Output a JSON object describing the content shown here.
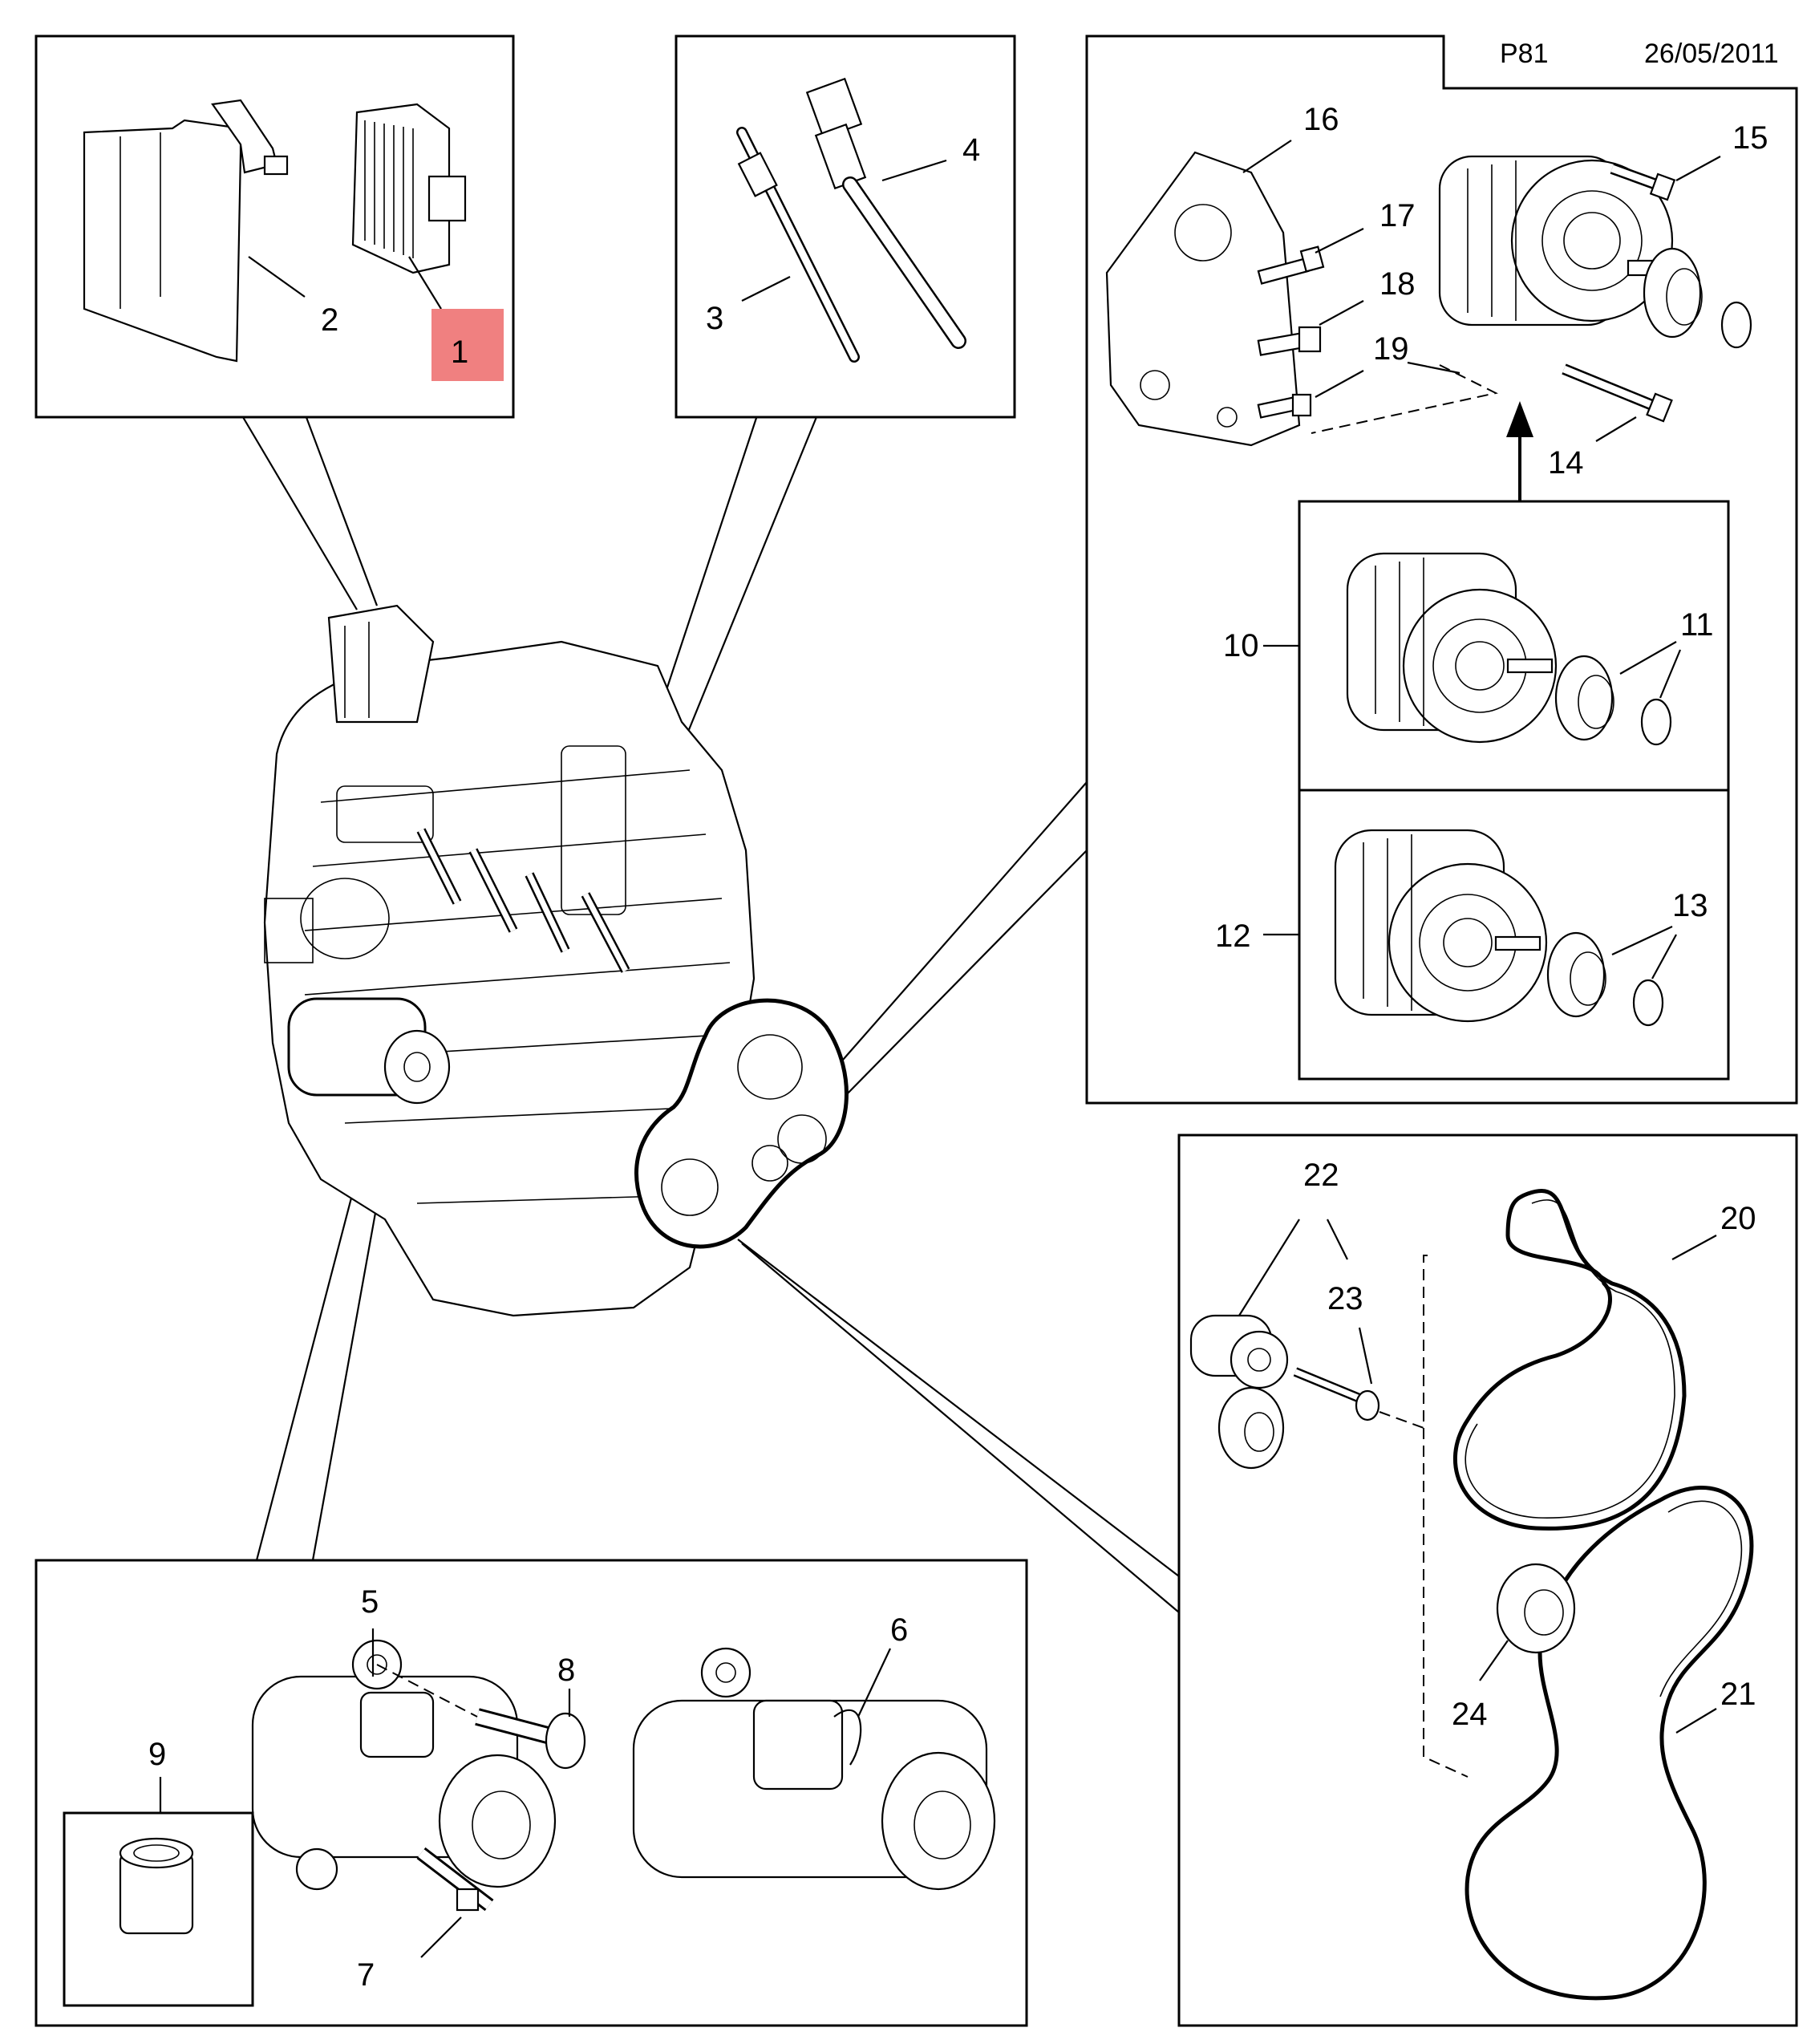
{
  "header": {
    "page_code": "P81",
    "date": "26/05/2011"
  },
  "highlight_color": "#f08080",
  "callouts": {
    "c1": "1",
    "c2": "2",
    "c3": "3",
    "c4": "4",
    "c5": "5",
    "c6": "6",
    "c7": "7",
    "c8": "8",
    "c9": "9",
    "c10": "10",
    "c11": "11",
    "c12": "12",
    "c13": "13",
    "c14": "14",
    "c15": "15",
    "c16": "16",
    "c17": "17",
    "c18": "18",
    "c19": "19",
    "c20": "20",
    "c21": "21",
    "c22": "22",
    "c23": "23",
    "c24": "24"
  },
  "highlighted_callout": "1"
}
